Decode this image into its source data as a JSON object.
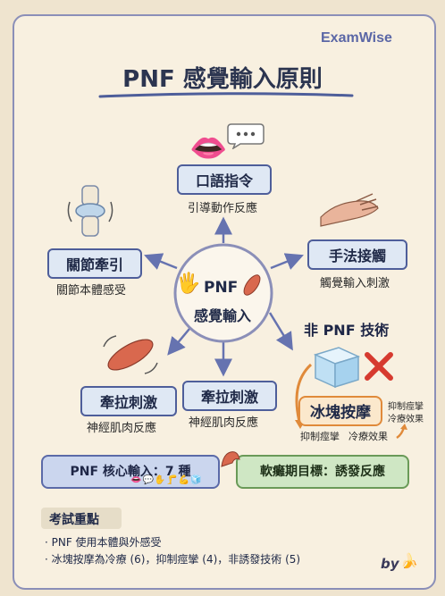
{
  "brand": "ExamWise",
  "title": "PNF 感覺輸入原則",
  "center": {
    "line1": "PNF",
    "line2": "感覺輸入"
  },
  "nodes": {
    "verbal": {
      "title": "口語指令",
      "sub": "引導動作反應"
    },
    "manual": {
      "title": "手法接觸",
      "sub": "觸覺輸入刺激"
    },
    "traction": {
      "title": "關節牽引",
      "sub": "關節本體感受"
    },
    "stretch1": {
      "title": "牽拉刺激",
      "sub": "神經肌肉反應"
    },
    "stretch2": {
      "title": "牽拉刺激",
      "sub": "神經肌肉反應"
    }
  },
  "non_pnf": {
    "label": "非 PNF 技術",
    "ice": "冰塊按摩",
    "effect_left": "抑制痙攣",
    "effect_right": "冷療效果",
    "side_line1": "抑制痙攣",
    "side_line2": "冷療效果"
  },
  "core_box": "PNF 核心輸入：7 種",
  "goal_box": "軟癱期目標：誘發反應",
  "exam": {
    "heading": "考試重點",
    "points": [
      "· PNF 使用本體與外感受",
      "· 冰塊按摩為冷療 (6)，抑制痙攣 (4)，非誘發技術 (5)"
    ]
  },
  "signature": "by",
  "colors": {
    "accent": "#4e5e9a",
    "green": "#6a9a58",
    "orange": "#e08a3a",
    "red": "#d63a2f"
  }
}
